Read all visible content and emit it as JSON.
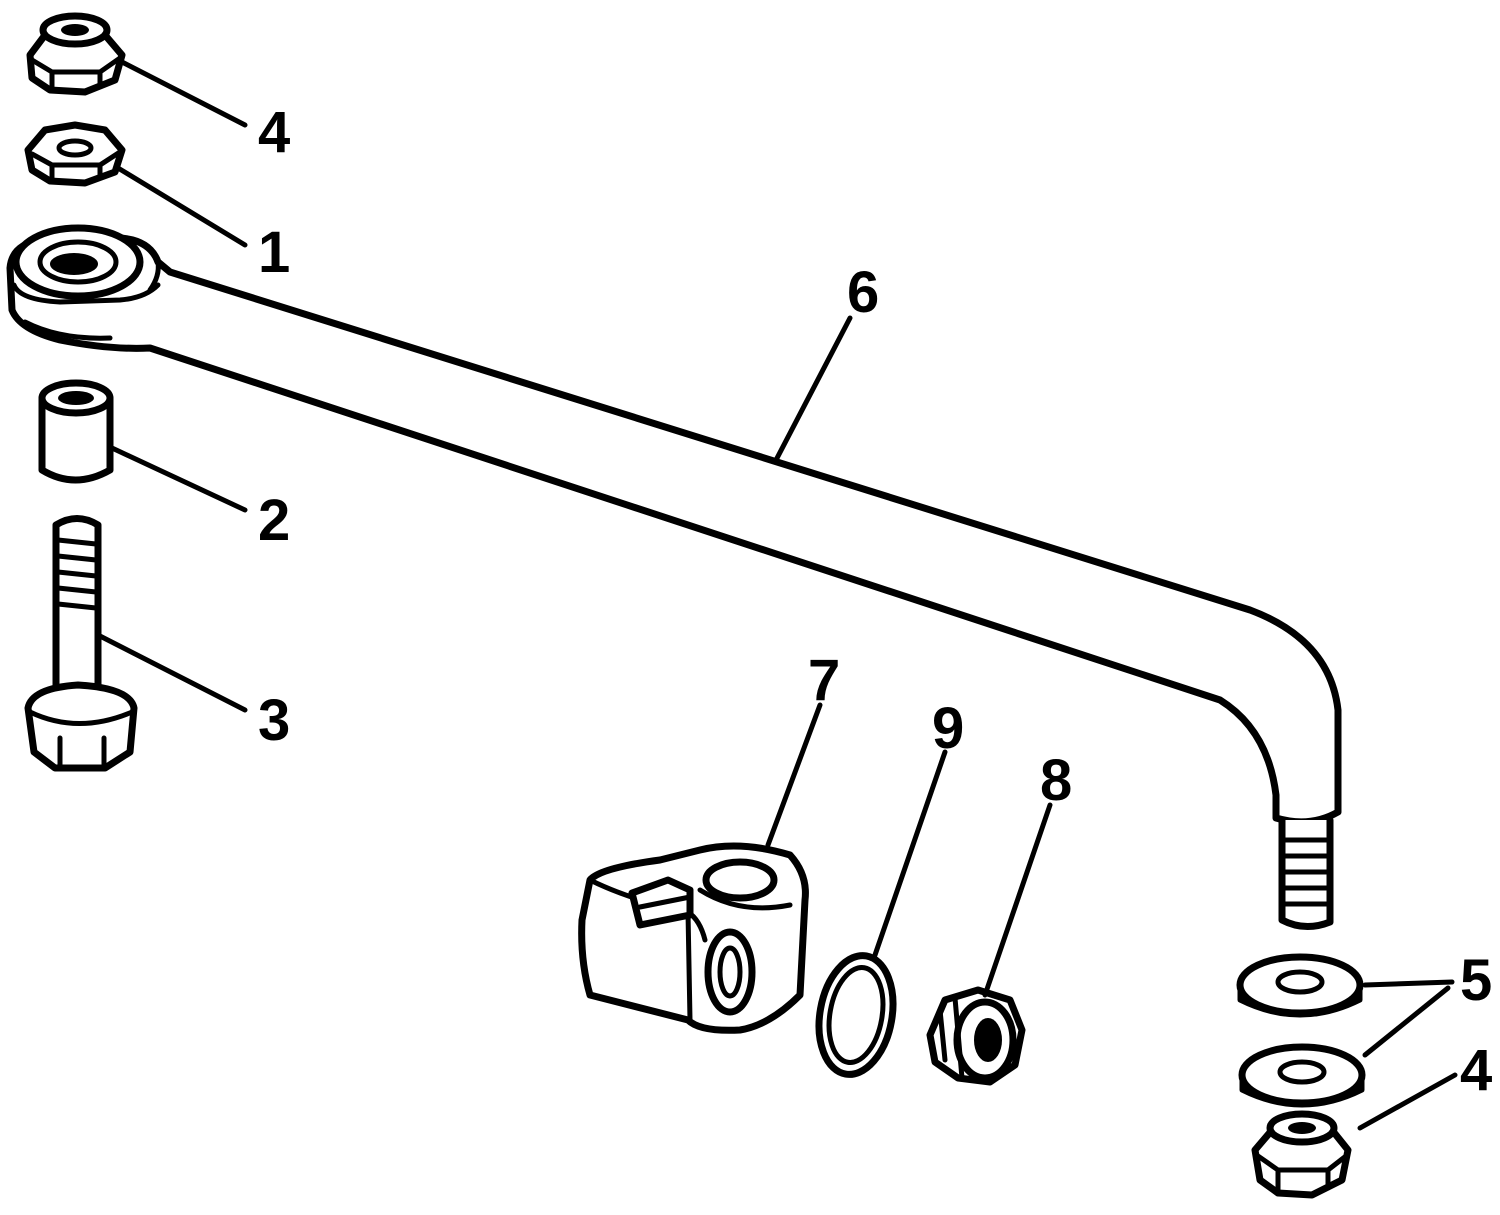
{
  "diagram": {
    "callouts": [
      {
        "id": "c4a",
        "label": "4"
      },
      {
        "id": "c1",
        "label": "1"
      },
      {
        "id": "c6",
        "label": "6"
      },
      {
        "id": "c2",
        "label": "2"
      },
      {
        "id": "c3",
        "label": "3"
      },
      {
        "id": "c7",
        "label": "7"
      },
      {
        "id": "c9",
        "label": "9"
      },
      {
        "id": "c8",
        "label": "8"
      },
      {
        "id": "c5",
        "label": "5"
      },
      {
        "id": "c4b",
        "label": "4"
      }
    ],
    "colors": {
      "ink": "#000000",
      "paper": "#ffffff"
    }
  }
}
